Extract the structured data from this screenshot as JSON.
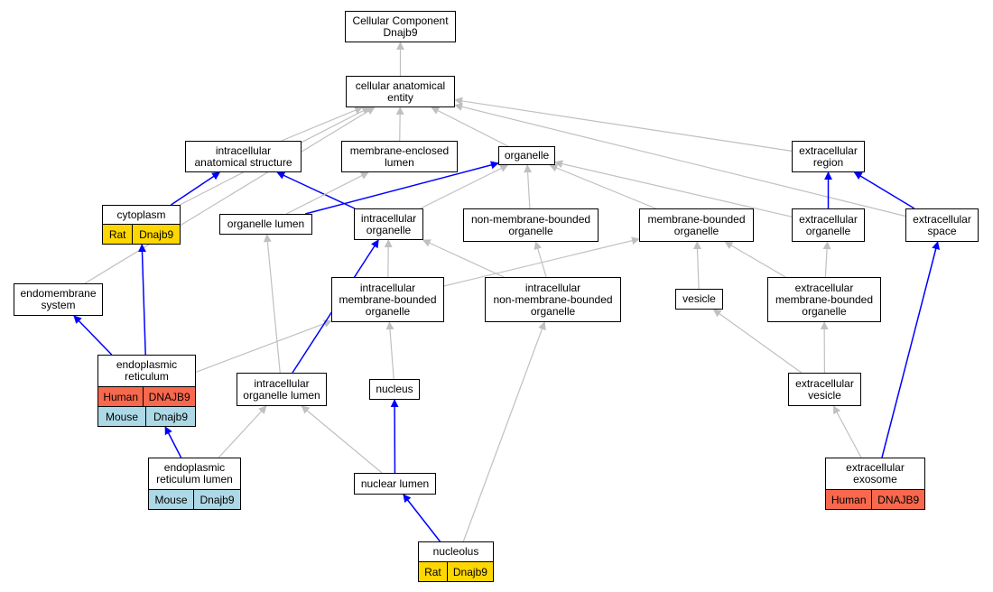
{
  "colors": {
    "is_a_edge": "#c0c0c0",
    "part_of_edge": "#0000ff",
    "rat": "#ffd700",
    "mouse": "#add8e6",
    "human": "#f8684d"
  },
  "nodes": {
    "root": {
      "label": "Cellular Component\nDnajb9"
    },
    "cellular_anatomical_entity": {
      "label": "cellular anatomical\nentity"
    },
    "intracellular_anatomical_structure": {
      "label": "intracellular\nanatomical structure"
    },
    "membrane_enclosed_lumen": {
      "label": "membrane-enclosed\nlumen"
    },
    "organelle": {
      "label": "organelle"
    },
    "extracellular_region": {
      "label": "extracellular\nregion"
    },
    "cytoplasm": {
      "label": "cytoplasm",
      "rows": [
        {
          "species": "Rat",
          "gene": "Dnajb9"
        }
      ]
    },
    "organelle_lumen": {
      "label": "organelle lumen"
    },
    "intracellular_organelle": {
      "label": "intracellular\norganelle"
    },
    "non_membrane_bounded_organelle": {
      "label": "non-membrane-bounded\norganelle"
    },
    "membrane_bounded_organelle": {
      "label": "membrane-bounded\norganelle"
    },
    "extracellular_organelle": {
      "label": "extracellular\norganelle"
    },
    "extracellular_space": {
      "label": "extracellular\nspace"
    },
    "endomembrane_system": {
      "label": "endomembrane\nsystem"
    },
    "intracellular_membrane_bounded_organelle": {
      "label": "intracellular\nmembrane-bounded\norganelle"
    },
    "intracellular_non_membrane_bounded_organelle": {
      "label": "intracellular\nnon-membrane-bounded\norganelle"
    },
    "vesicle": {
      "label": "vesicle"
    },
    "extracellular_membrane_bounded_organelle": {
      "label": "extracellular\nmembrane-bounded\norganelle"
    },
    "endoplasmic_reticulum": {
      "label": "endoplasmic\nreticulum",
      "rows": [
        {
          "species": "Human",
          "gene": "DNAJB9"
        },
        {
          "species": "Mouse",
          "gene": "Dnajb9"
        }
      ]
    },
    "intracellular_organelle_lumen": {
      "label": "intracellular\norganelle lumen"
    },
    "nucleus": {
      "label": "nucleus"
    },
    "extracellular_vesicle": {
      "label": "extracellular\nvesicle"
    },
    "endoplasmic_reticulum_lumen": {
      "label": "endoplasmic\nreticulum lumen",
      "rows": [
        {
          "species": "Mouse",
          "gene": "Dnajb9"
        }
      ]
    },
    "nuclear_lumen": {
      "label": "nuclear lumen"
    },
    "extracellular_exosome": {
      "label": "extracellular\nexosome",
      "rows": [
        {
          "species": "Human",
          "gene": "DNAJB9"
        }
      ]
    },
    "nucleolus": {
      "label": "nucleolus",
      "rows": [
        {
          "species": "Rat",
          "gene": "Dnajb9"
        }
      ]
    }
  },
  "edges": [
    {
      "from": "cellular_anatomical_entity",
      "to": "root",
      "type": "is_a"
    },
    {
      "from": "intracellular_anatomical_structure",
      "to": "cellular_anatomical_entity",
      "type": "is_a"
    },
    {
      "from": "membrane_enclosed_lumen",
      "to": "cellular_anatomical_entity",
      "type": "is_a"
    },
    {
      "from": "organelle",
      "to": "cellular_anatomical_entity",
      "type": "is_a"
    },
    {
      "from": "extracellular_region",
      "to": "cellular_anatomical_entity",
      "type": "is_a"
    },
    {
      "from": "cytoplasm",
      "to": "cellular_anatomical_entity",
      "type": "is_a"
    },
    {
      "from": "endomembrane_system",
      "to": "cellular_anatomical_entity",
      "type": "is_a"
    },
    {
      "from": "extracellular_space",
      "to": "cellular_anatomical_entity",
      "type": "is_a"
    },
    {
      "from": "cytoplasm",
      "to": "intracellular_anatomical_structure",
      "type": "part_of"
    },
    {
      "from": "intracellular_organelle",
      "to": "intracellular_anatomical_structure",
      "type": "part_of"
    },
    {
      "from": "organelle_lumen",
      "to": "membrane_enclosed_lumen",
      "type": "is_a"
    },
    {
      "from": "organelle_lumen",
      "to": "organelle",
      "type": "part_of"
    },
    {
      "from": "intracellular_organelle",
      "to": "organelle",
      "type": "is_a"
    },
    {
      "from": "non_membrane_bounded_organelle",
      "to": "organelle",
      "type": "is_a"
    },
    {
      "from": "membrane_bounded_organelle",
      "to": "organelle",
      "type": "is_a"
    },
    {
      "from": "extracellular_organelle",
      "to": "organelle",
      "type": "is_a"
    },
    {
      "from": "extracellular_organelle",
      "to": "extracellular_region",
      "type": "part_of"
    },
    {
      "from": "extracellular_space",
      "to": "extracellular_region",
      "type": "part_of"
    },
    {
      "from": "intracellular_membrane_bounded_organelle",
      "to": "intracellular_organelle",
      "type": "is_a"
    },
    {
      "from": "intracellular_membrane_bounded_organelle",
      "to": "membrane_bounded_organelle",
      "type": "is_a"
    },
    {
      "from": "intracellular_non_membrane_bounded_organelle",
      "to": "intracellular_organelle",
      "type": "is_a"
    },
    {
      "from": "intracellular_non_membrane_bounded_organelle",
      "to": "non_membrane_bounded_organelle",
      "type": "is_a"
    },
    {
      "from": "vesicle",
      "to": "membrane_bounded_organelle",
      "type": "is_a"
    },
    {
      "from": "extracellular_membrane_bounded_organelle",
      "to": "membrane_bounded_organelle",
      "type": "is_a"
    },
    {
      "from": "extracellular_membrane_bounded_organelle",
      "to": "extracellular_organelle",
      "type": "is_a"
    },
    {
      "from": "endoplasmic_reticulum",
      "to": "cytoplasm",
      "type": "part_of"
    },
    {
      "from": "endoplasmic_reticulum",
      "to": "endomembrane_system",
      "type": "part_of"
    },
    {
      "from": "endoplasmic_reticulum",
      "to": "intracellular_membrane_bounded_organelle",
      "type": "is_a"
    },
    {
      "from": "intracellular_organelle_lumen",
      "to": "organelle_lumen",
      "type": "is_a"
    },
    {
      "from": "intracellular_organelle_lumen",
      "to": "intracellular_organelle",
      "type": "part_of"
    },
    {
      "from": "nucleus",
      "to": "intracellular_membrane_bounded_organelle",
      "type": "is_a"
    },
    {
      "from": "extracellular_vesicle",
      "to": "vesicle",
      "type": "is_a"
    },
    {
      "from": "extracellular_vesicle",
      "to": "extracellular_membrane_bounded_organelle",
      "type": "is_a"
    },
    {
      "from": "endoplasmic_reticulum_lumen",
      "to": "endoplasmic_reticulum",
      "type": "part_of"
    },
    {
      "from": "endoplasmic_reticulum_lumen",
      "to": "intracellular_organelle_lumen",
      "type": "is_a"
    },
    {
      "from": "nuclear_lumen",
      "to": "intracellular_organelle_lumen",
      "type": "is_a"
    },
    {
      "from": "nuclear_lumen",
      "to": "nucleus",
      "type": "part_of"
    },
    {
      "from": "extracellular_exosome",
      "to": "extracellular_vesicle",
      "type": "is_a"
    },
    {
      "from": "extracellular_exosome",
      "to": "extracellular_space",
      "type": "part_of"
    },
    {
      "from": "nucleolus",
      "to": "nuclear_lumen",
      "type": "part_of"
    },
    {
      "from": "nucleolus",
      "to": "intracellular_non_membrane_bounded_organelle",
      "type": "is_a"
    }
  ]
}
